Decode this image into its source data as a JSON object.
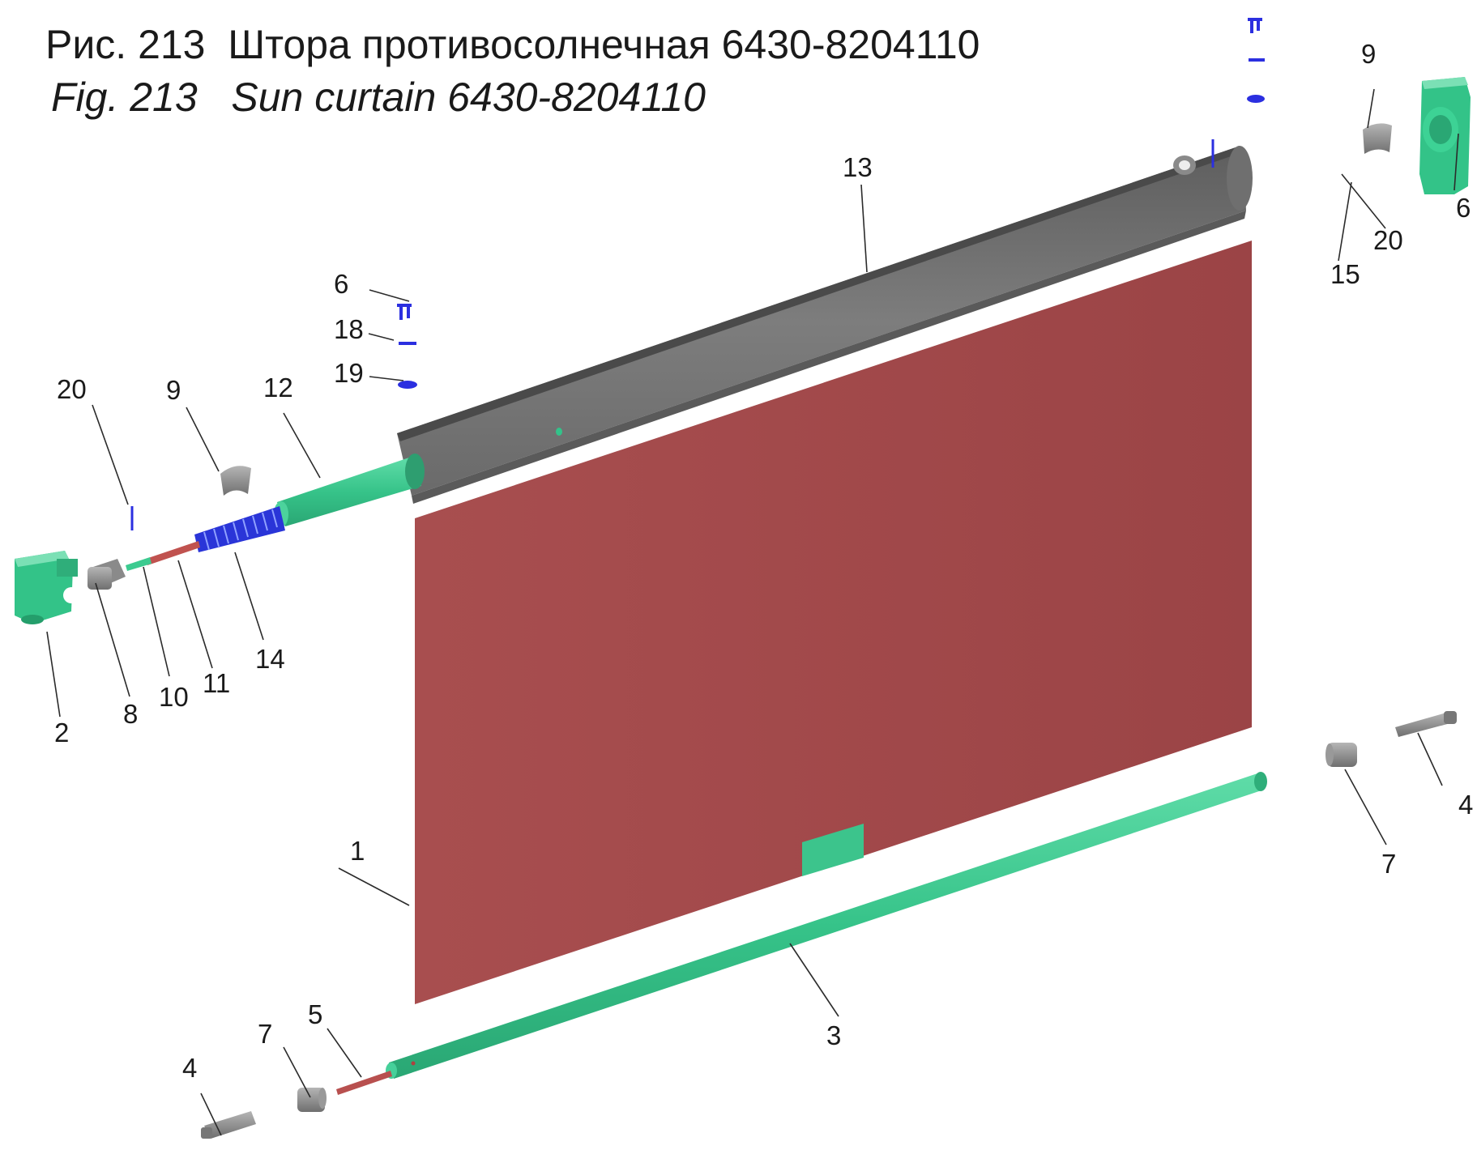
{
  "figure": {
    "title_ru": "Рис. 213  Штора противосолнечная 6430-8204110",
    "title_en": "Fig. 213   Sun curtain 6430-8204110"
  },
  "colors": {
    "curtain": "#a34b4b",
    "housing": "#737373",
    "green_part": "#35c289",
    "blue_fastener": "#2b2fe0",
    "gray_part": "#8a8a8a"
  },
  "callouts": {
    "c1": "1",
    "c2": "2",
    "c3": "3",
    "c4a": "4",
    "c4b": "4",
    "c5": "5",
    "c6a": "6",
    "c6b": "6",
    "c7a": "7",
    "c7b": "7",
    "c8": "8",
    "c9a": "9",
    "c9b": "9",
    "c10": "10",
    "c11": "11",
    "c12": "12",
    "c13": "13",
    "c14": "14",
    "c15": "15",
    "c18": "18",
    "c19": "19",
    "c20a": "20",
    "c20b": "20"
  }
}
